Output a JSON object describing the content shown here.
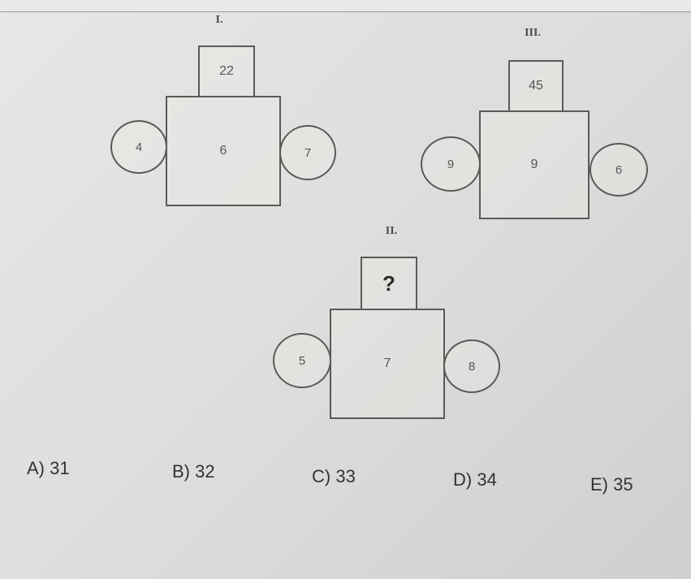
{
  "figures": [
    {
      "id": "fig1",
      "label": "I.",
      "top": "22",
      "center": "6",
      "left": "4",
      "right": "7"
    },
    {
      "id": "fig2",
      "label": "II.",
      "top": "?",
      "center": "7",
      "left": "5",
      "right": "8"
    },
    {
      "id": "fig3",
      "label": "III.",
      "top": "45",
      "center": "9",
      "left": "9",
      "right": "6"
    }
  ],
  "options": [
    {
      "letter": "A)",
      "value": "31"
    },
    {
      "letter": "B)",
      "value": "32"
    },
    {
      "letter": "C)",
      "value": "33"
    },
    {
      "letter": "D)",
      "value": "34"
    },
    {
      "letter": "E)",
      "value": "35"
    }
  ]
}
